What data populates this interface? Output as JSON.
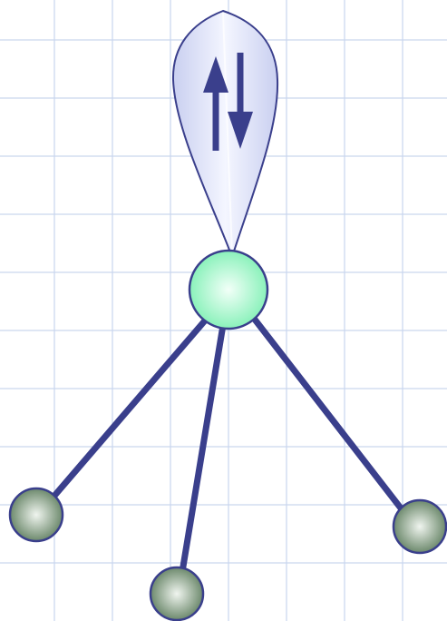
{
  "diagram": {
    "type": "molecular-geometry",
    "grid": true,
    "colors": {
      "background": "#ffffff",
      "grid_line": "#c9d6ee",
      "bond": "#3a3f8c",
      "outline": "#3a3f8c",
      "central_atom_fill": "#7ff0b4",
      "central_atom_highlight": "#f2fff8",
      "substituent_fill": "#5f7e5f",
      "substituent_highlight": "#f0f5ef",
      "lone_pair_lobe_fill": "#c9cff0",
      "lone_pair_lobe_highlight": "#f4f6ff",
      "electron_arrow": "#3a3f8c"
    },
    "central_atom": {
      "icon": "central-atom-sphere"
    },
    "lone_pair": {
      "icon": "lone-pair-orbital-lobe",
      "electron_spins": [
        "up",
        "down"
      ]
    },
    "substituents": [
      {
        "id": "left",
        "icon": "substituent-atom-sphere"
      },
      {
        "id": "bottom",
        "icon": "substituent-atom-sphere"
      },
      {
        "id": "right",
        "icon": "substituent-atom-sphere"
      }
    ]
  }
}
